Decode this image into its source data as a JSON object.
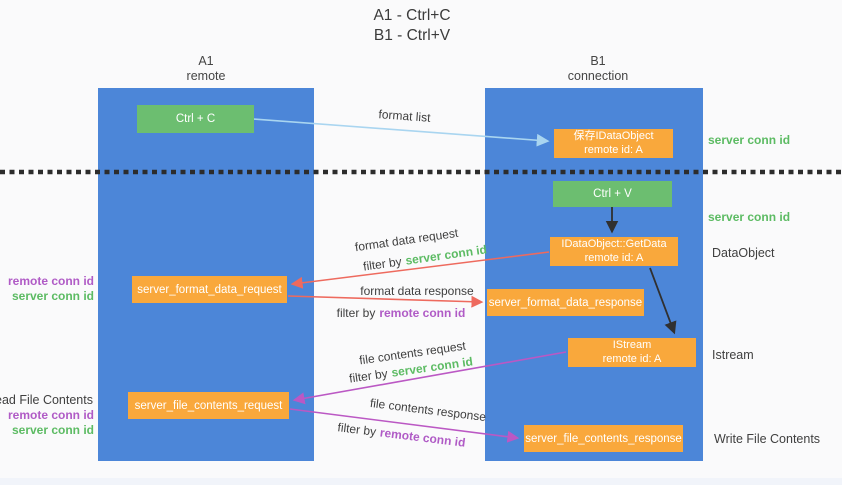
{
  "title": {
    "line1": "A1 - Ctrl+C",
    "line2": "B1 - Ctrl+V"
  },
  "lanes": {
    "left": {
      "title": "A1",
      "subtitle": "remote"
    },
    "right": {
      "title": "B1",
      "subtitle": "connection"
    }
  },
  "nodes": {
    "ctrl_c": {
      "label": "Ctrl + C"
    },
    "save_idataobject": {
      "line1": "保存IDataObject",
      "line2": "remote id: A"
    },
    "ctrl_v": {
      "label": "Ctrl + V"
    },
    "idataobject_getdata": {
      "line1": "IDataObject::GetData",
      "line2": "remote id: A"
    },
    "server_format_data_request": {
      "label": "server_format_data_request"
    },
    "server_format_data_response": {
      "label": "server_format_data_response"
    },
    "istream": {
      "line1": "IStream",
      "line2": "remote id: A"
    },
    "server_file_contents_request": {
      "label": "server_file_contents_request"
    },
    "server_file_contents_response": {
      "label": "server_file_contents_response"
    }
  },
  "edge_labels": {
    "format_list": "format list",
    "format_data_request": "format data request",
    "format_data_response": "format data response",
    "file_contents_request": "file contents request",
    "file_contents_response": "file contents response",
    "filter_by": "filter by",
    "server_conn_id": "server conn id",
    "remote_conn_id": "remote conn id"
  },
  "side_labels": {
    "server_conn_id_top": "server conn id",
    "server_conn_id_mid": "server conn id",
    "dataobject": "DataObject",
    "istream": "Istream",
    "write_file_contents": "Write File Contents",
    "read_file_contents": "Read File Contents",
    "left_remote_conn_id_1": "remote conn id",
    "left_server_conn_id_1": "server conn id",
    "left_remote_conn_id_2": "remote conn id",
    "left_server_conn_id_2": "server conn id"
  },
  "colors": {
    "lane_blue": "#4c86d8",
    "box_green": "#6cbe70",
    "box_orange": "#f9a83c",
    "arrow_light_blue": "#a9d5f0",
    "arrow_red": "#ee6a5e",
    "arrow_magenta": "#bb58c4",
    "arrow_black": "#303030",
    "text_green": "#5cbb63",
    "text_purple": "#b05bc6",
    "text_dark": "#3f3f3f",
    "background": "#fafafb"
  }
}
